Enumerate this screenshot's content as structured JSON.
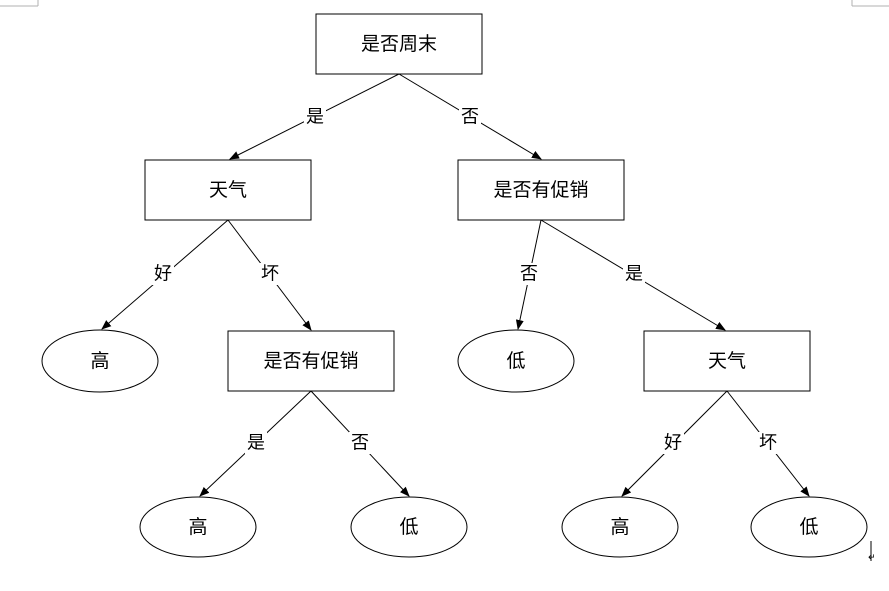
{
  "diagram": {
    "nodes": [
      {
        "id": "n1",
        "label": "是否周末"
      },
      {
        "id": "n2",
        "label": "天气"
      },
      {
        "id": "n3",
        "label": "是否有促销"
      },
      {
        "id": "n4",
        "label": "高"
      },
      {
        "id": "n5",
        "label": "是否有促销"
      },
      {
        "id": "n6",
        "label": "低"
      },
      {
        "id": "n7",
        "label": "天气"
      },
      {
        "id": "n8",
        "label": "高"
      },
      {
        "id": "n9",
        "label": "低"
      },
      {
        "id": "n10",
        "label": "高"
      },
      {
        "id": "n11",
        "label": "低"
      }
    ],
    "edges": [
      {
        "from": "n1",
        "to": "n2",
        "label": "是"
      },
      {
        "from": "n1",
        "to": "n3",
        "label": "否"
      },
      {
        "from": "n2",
        "to": "n4",
        "label": "好"
      },
      {
        "from": "n2",
        "to": "n5",
        "label": "坏"
      },
      {
        "from": "n3",
        "to": "n6",
        "label": "否"
      },
      {
        "from": "n3",
        "to": "n7",
        "label": "是"
      },
      {
        "from": "n5",
        "to": "n8",
        "label": "是"
      },
      {
        "from": "n5",
        "to": "n9",
        "label": "否"
      },
      {
        "from": "n7",
        "to": "n10",
        "label": "好"
      },
      {
        "from": "n7",
        "to": "n11",
        "label": "坏"
      }
    ]
  },
  "colors": {
    "line": "#000000",
    "text": "#000000",
    "fill": "#ffffff",
    "background": "#ffffff"
  },
  "editor_marks": {
    "paragraph_mark": "↵"
  }
}
